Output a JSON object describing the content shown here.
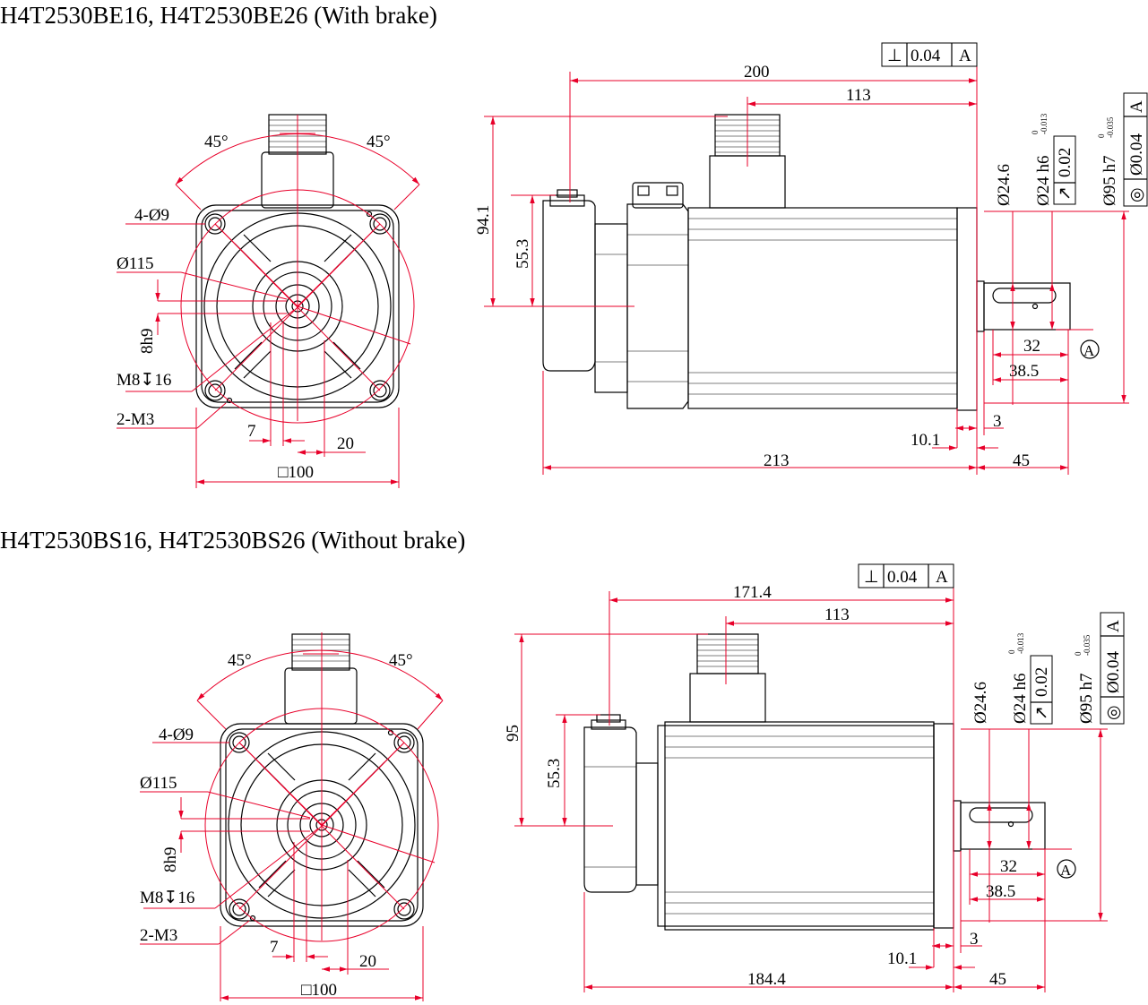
{
  "variants": [
    {
      "title": "H4T2530BE16, H4T2530BE26 (With brake)",
      "front": {
        "angle_left": "45°",
        "angle_right": "45°",
        "holes": "4-Ø9",
        "pcd": "Ø115",
        "key": "8h9",
        "tap": "M8↧16",
        "small_holes": "2-M3",
        "dim_7": "7",
        "dim_20": "20",
        "flange": "□100"
      },
      "side": {
        "tol_sym": "⊥",
        "tol_val": "0.04",
        "tol_ref": "A",
        "len_total": "200",
        "len_conn": "113",
        "h_total": "94.1",
        "h_enc": "55.3",
        "d_shoulder": "Ø24.6",
        "d_shaft": "Ø24 h6",
        "shaft_tol_up": "0",
        "shaft_tol_low": "-0.013",
        "runout_sym": "↗",
        "runout_val": "0.02",
        "d_spigot": "Ø95 h7",
        "spigot_tol_up": "0",
        "spigot_tol_low": "-0.035",
        "conc_sym": "◎",
        "conc_val": "Ø0.04",
        "conc_ref": "A",
        "key_len": "32",
        "shaft_len_in": "38.5",
        "dim_3": "3",
        "dim_10_1": "10.1",
        "body_len": "213",
        "shaft_len": "45",
        "datum": "A"
      }
    },
    {
      "title": "H4T2530BS16, H4T2530BS26 (Without brake)",
      "front": {
        "angle_left": "45°",
        "angle_right": "45°",
        "holes": "4-Ø9",
        "pcd": "Ø115",
        "key": "8h9",
        "tap": "M8↧16",
        "small_holes": "2-M3",
        "dim_7": "7",
        "dim_20": "20",
        "flange": "□100"
      },
      "side": {
        "tol_sym": "⊥",
        "tol_val": "0.04",
        "tol_ref": "A",
        "len_total": "171.4",
        "len_conn": "113",
        "h_total": "95",
        "h_enc": "55.3",
        "d_shoulder": "Ø24.6",
        "d_shaft": "Ø24 h6",
        "shaft_tol_up": "0",
        "shaft_tol_low": "-0.013",
        "runout_sym": "↗",
        "runout_val": "0.02",
        "d_spigot": "Ø95 h7",
        "spigot_tol_up": "0",
        "spigot_tol_low": "-0.035",
        "conc_sym": "◎",
        "conc_val": "Ø0.04",
        "conc_ref": "A",
        "key_len": "32",
        "shaft_len_in": "38.5",
        "dim_3": "3",
        "dim_10_1": "10.1",
        "body_len": "184.4",
        "shaft_len": "45",
        "datum": "A"
      }
    }
  ]
}
